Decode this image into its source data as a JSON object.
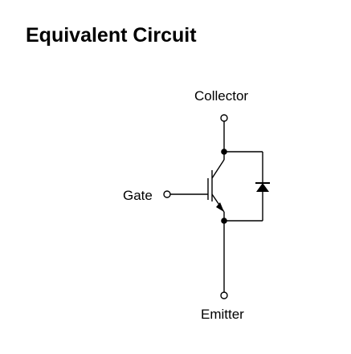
{
  "title": "Equivalent Circuit",
  "terminals": {
    "collector": "Collector",
    "gate": "Gate",
    "emitter": "Emitter"
  },
  "colors": {
    "stroke": "#000000",
    "background": "#ffffff"
  }
}
